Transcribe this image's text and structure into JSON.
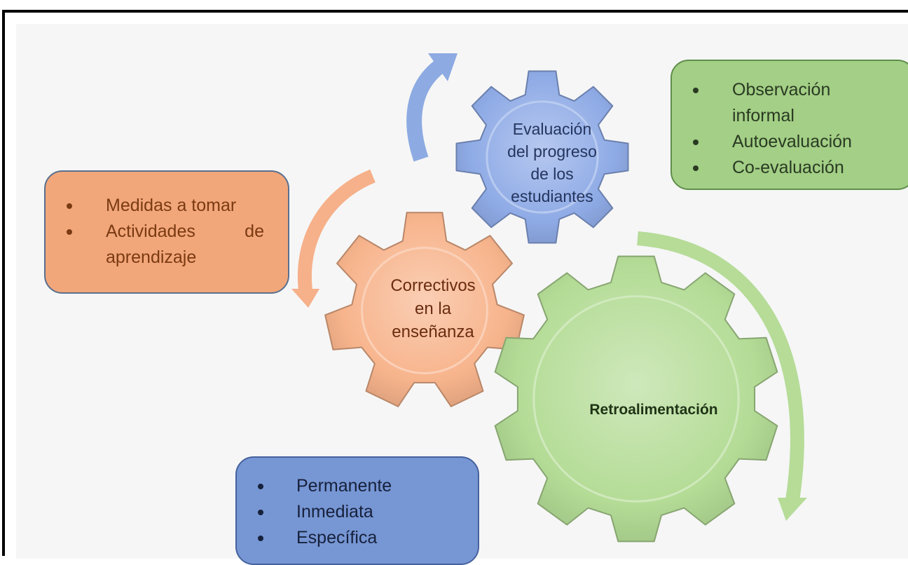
{
  "gears": {
    "evaluacion": {
      "label": "Evaluación del progreso de los estudiantes",
      "lines": [
        "Evaluación",
        "del progreso",
        "de los",
        "estudiantes"
      ],
      "color": "#8fabe6"
    },
    "correctivos": {
      "label": "Correctivos en la enseñanza",
      "lines": [
        "Correctivos",
        "en la",
        "enseñanza"
      ],
      "color": "#f7b48c"
    },
    "retroalimentacion": {
      "label": "Retroalimentación",
      "lines": [
        "Retroalimentación"
      ],
      "color": "#b4dc96"
    }
  },
  "boxes": {
    "correctivos_notes": {
      "items": [
        [
          "Medidas a tomar"
        ],
        [
          "Actividades de",
          "aprendizaje"
        ]
      ],
      "color": "#f2a77a"
    },
    "evaluacion_notes": {
      "items": [
        [
          "Observación",
          "informal"
        ],
        [
          "Autoevaluación"
        ],
        [
          "Co-evaluación"
        ]
      ],
      "color": "#a3cf86"
    },
    "retro_notes": {
      "items": [
        [
          "Permanente"
        ],
        [
          "Inmediata"
        ],
        [
          "Específica"
        ]
      ],
      "color": "#7796d4"
    }
  }
}
